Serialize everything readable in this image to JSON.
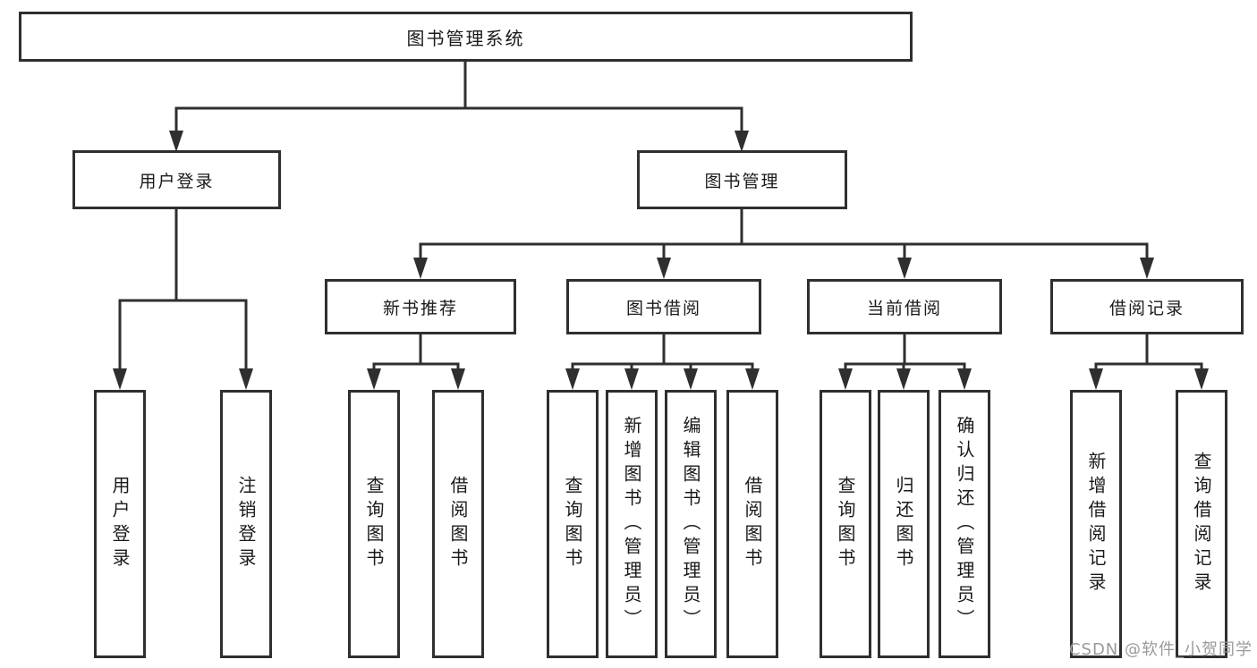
{
  "colors": {
    "line": "#2f2f2f",
    "box_border": "#2f2f2f",
    "text": "#1a1a1a",
    "background": "#ffffff",
    "watermark": "#9a9a9a"
  },
  "watermark": {
    "text": "CSDN @软件_小贺同学"
  },
  "tree": {
    "label": "图书管理系统",
    "children": [
      {
        "label": "用户登录",
        "children": [
          {
            "label": "用户登录"
          },
          {
            "label": "注销登录"
          }
        ]
      },
      {
        "label": "图书管理",
        "children": [
          {
            "label": "新书推荐",
            "children": [
              {
                "label": "查询图书"
              },
              {
                "label": "借阅图书"
              }
            ]
          },
          {
            "label": "图书借阅",
            "children": [
              {
                "label": "查询图书"
              },
              {
                "label": "新增图书（管理员）"
              },
              {
                "label": "编辑图书（管理员）"
              },
              {
                "label": "借阅图书"
              }
            ]
          },
          {
            "label": "当前借阅",
            "children": [
              {
                "label": "查询图书"
              },
              {
                "label": "归还图书"
              },
              {
                "label": "确认归还（管理员）"
              }
            ]
          },
          {
            "label": "借阅记录",
            "children": [
              {
                "label": "新增借阅记录"
              },
              {
                "label": "查询借阅记录"
              }
            ]
          }
        ]
      }
    ]
  }
}
